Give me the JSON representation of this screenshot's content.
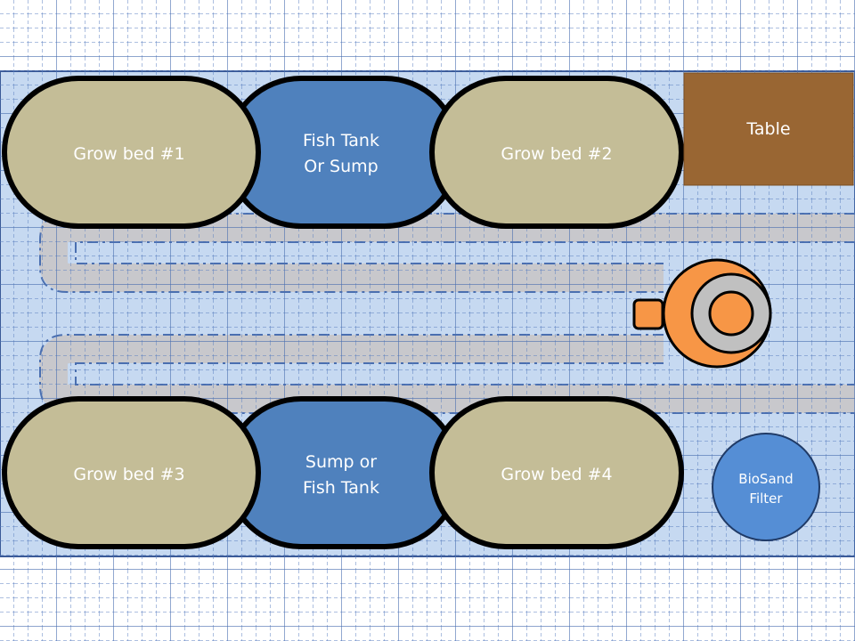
{
  "colors": {
    "background": "#ffffff",
    "grid_major": "#4a6fb0",
    "grid_minor": "#5b7fc0",
    "area_fill": "#c6d9f1",
    "grow_bed": "#c4bd97",
    "tank": "#4f81bd",
    "table": "#996633",
    "pipe": "#c8c8cc",
    "pump": "#f79646",
    "pump_ring": "#c0c0c0",
    "biosand": "#558ed5"
  },
  "labels": {
    "grow_bed_1": "Grow bed #1",
    "fish_tank_top_line1": "Fish Tank",
    "fish_tank_top_line2": "Or Sump",
    "grow_bed_2": "Grow bed #2",
    "table": "Table",
    "grow_bed_3": "Grow bed #3",
    "sump_bottom_line1": "Sump or",
    "sump_bottom_line2": "Fish Tank",
    "grow_bed_4": "Grow bed #4",
    "biosand_line1": "BioSand",
    "biosand_line2": "Filter"
  }
}
